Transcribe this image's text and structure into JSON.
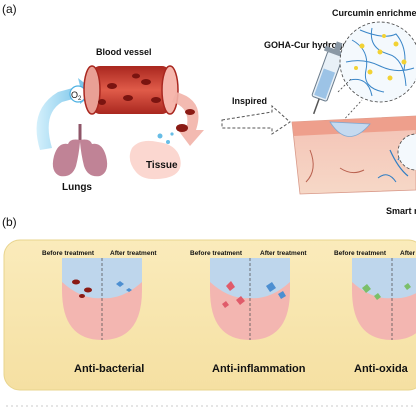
{
  "panel_a": {
    "label": "(a)",
    "blood_vessel": "Blood vessel",
    "o2": "O",
    "o2_sub": "2",
    "lungs": "Lungs",
    "tissue": "Tissue",
    "inspired": "Inspired",
    "hydrogel": "GOHA-Cur hydrogel",
    "curcumin": "Curcumin enrichment",
    "smart": "Smart r"
  },
  "panel_b": {
    "label": "(b)",
    "before": "Before treatment",
    "after": "After treatment",
    "effects": [
      "Anti-bacterial",
      "Anti-inflammation",
      "Anti-oxida"
    ]
  },
  "colors": {
    "band": "#f7e7b2",
    "band_border": "#e8d48e",
    "wound_pink": "#f3b6b1",
    "gel_blue": "#b9d3ea",
    "vessel_red": "#c9352e",
    "arrow_blue": "#5ab7e4",
    "lung": "#c08396"
  }
}
